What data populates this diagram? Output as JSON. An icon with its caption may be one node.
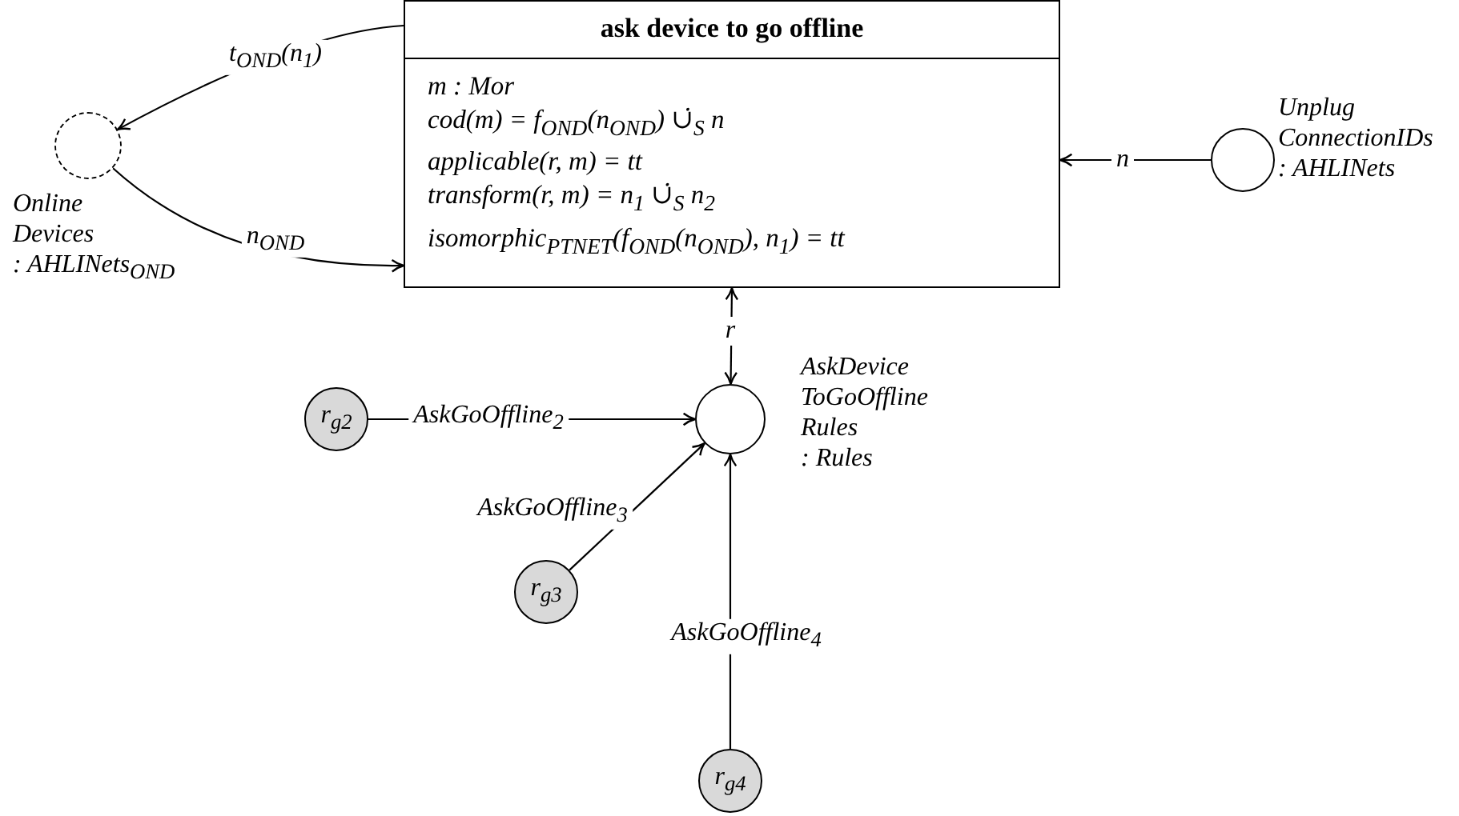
{
  "diagram": {
    "nodes": [
      {
        "text": [
          "ask device to go offline",
          "m : Mor",
          "cod(m) = f$_{OND}$(n$_{OND}$) ∪̇$_{S}$ n",
          "applicable(r, m) = tt",
          "transform(r, m) = n$_{1}$ ∪̇$_{S}$ n$_{2}$",
          "isomorphic$_{PTNET}$(f$_{OND}$(n$_{OND}$), n$_{1}$) = tt"
        ]
      },
      {
        "text": [],
        "shape": "circle",
        "beside": [
          "Online Devices",
          ": AHLINets$_{OND}$"
        ]
      },
      {
        "text": [],
        "shape": "circle",
        "beside": [
          "Unplug ConnectionIDs",
          ": AHLINets"
        ]
      },
      {
        "text": [],
        "shape": "circle",
        "beside": [
          "AskDevice ToGoOffline Rules",
          ": Rules"
        ]
      },
      {
        "text": [
          "r$_{g2}$"
        ]
      },
      {
        "text": [
          "r$_{g3}$"
        ]
      },
      {
        "text": [
          "r$_{g4}$"
        ]
      }
    ],
    "edges": [
      {
        "from": 0,
        "to": 1,
        "arrow": "to",
        "label": "t$_{OND}$(n$_{1}$)"
      },
      {
        "from": 1,
        "to": 0,
        "arrow": "to",
        "label": "n$_{OND}$"
      },
      {
        "from": 2,
        "to": 0,
        "arrow": "to",
        "label": "n"
      },
      {
        "from": 0,
        "to": 3,
        "arrow": "both",
        "label": "r"
      },
      {
        "from": 4,
        "to": 3,
        "arrow": "to",
        "label": "AskGoOffline$_{2}$"
      },
      {
        "from": 5,
        "to": 3,
        "arrow": "to",
        "label": "AskGoOffline$_{3}$"
      },
      {
        "from": 6,
        "to": 3,
        "arrow": "to",
        "label": "AskGoOffline$_{4}$"
      }
    ]
  }
}
